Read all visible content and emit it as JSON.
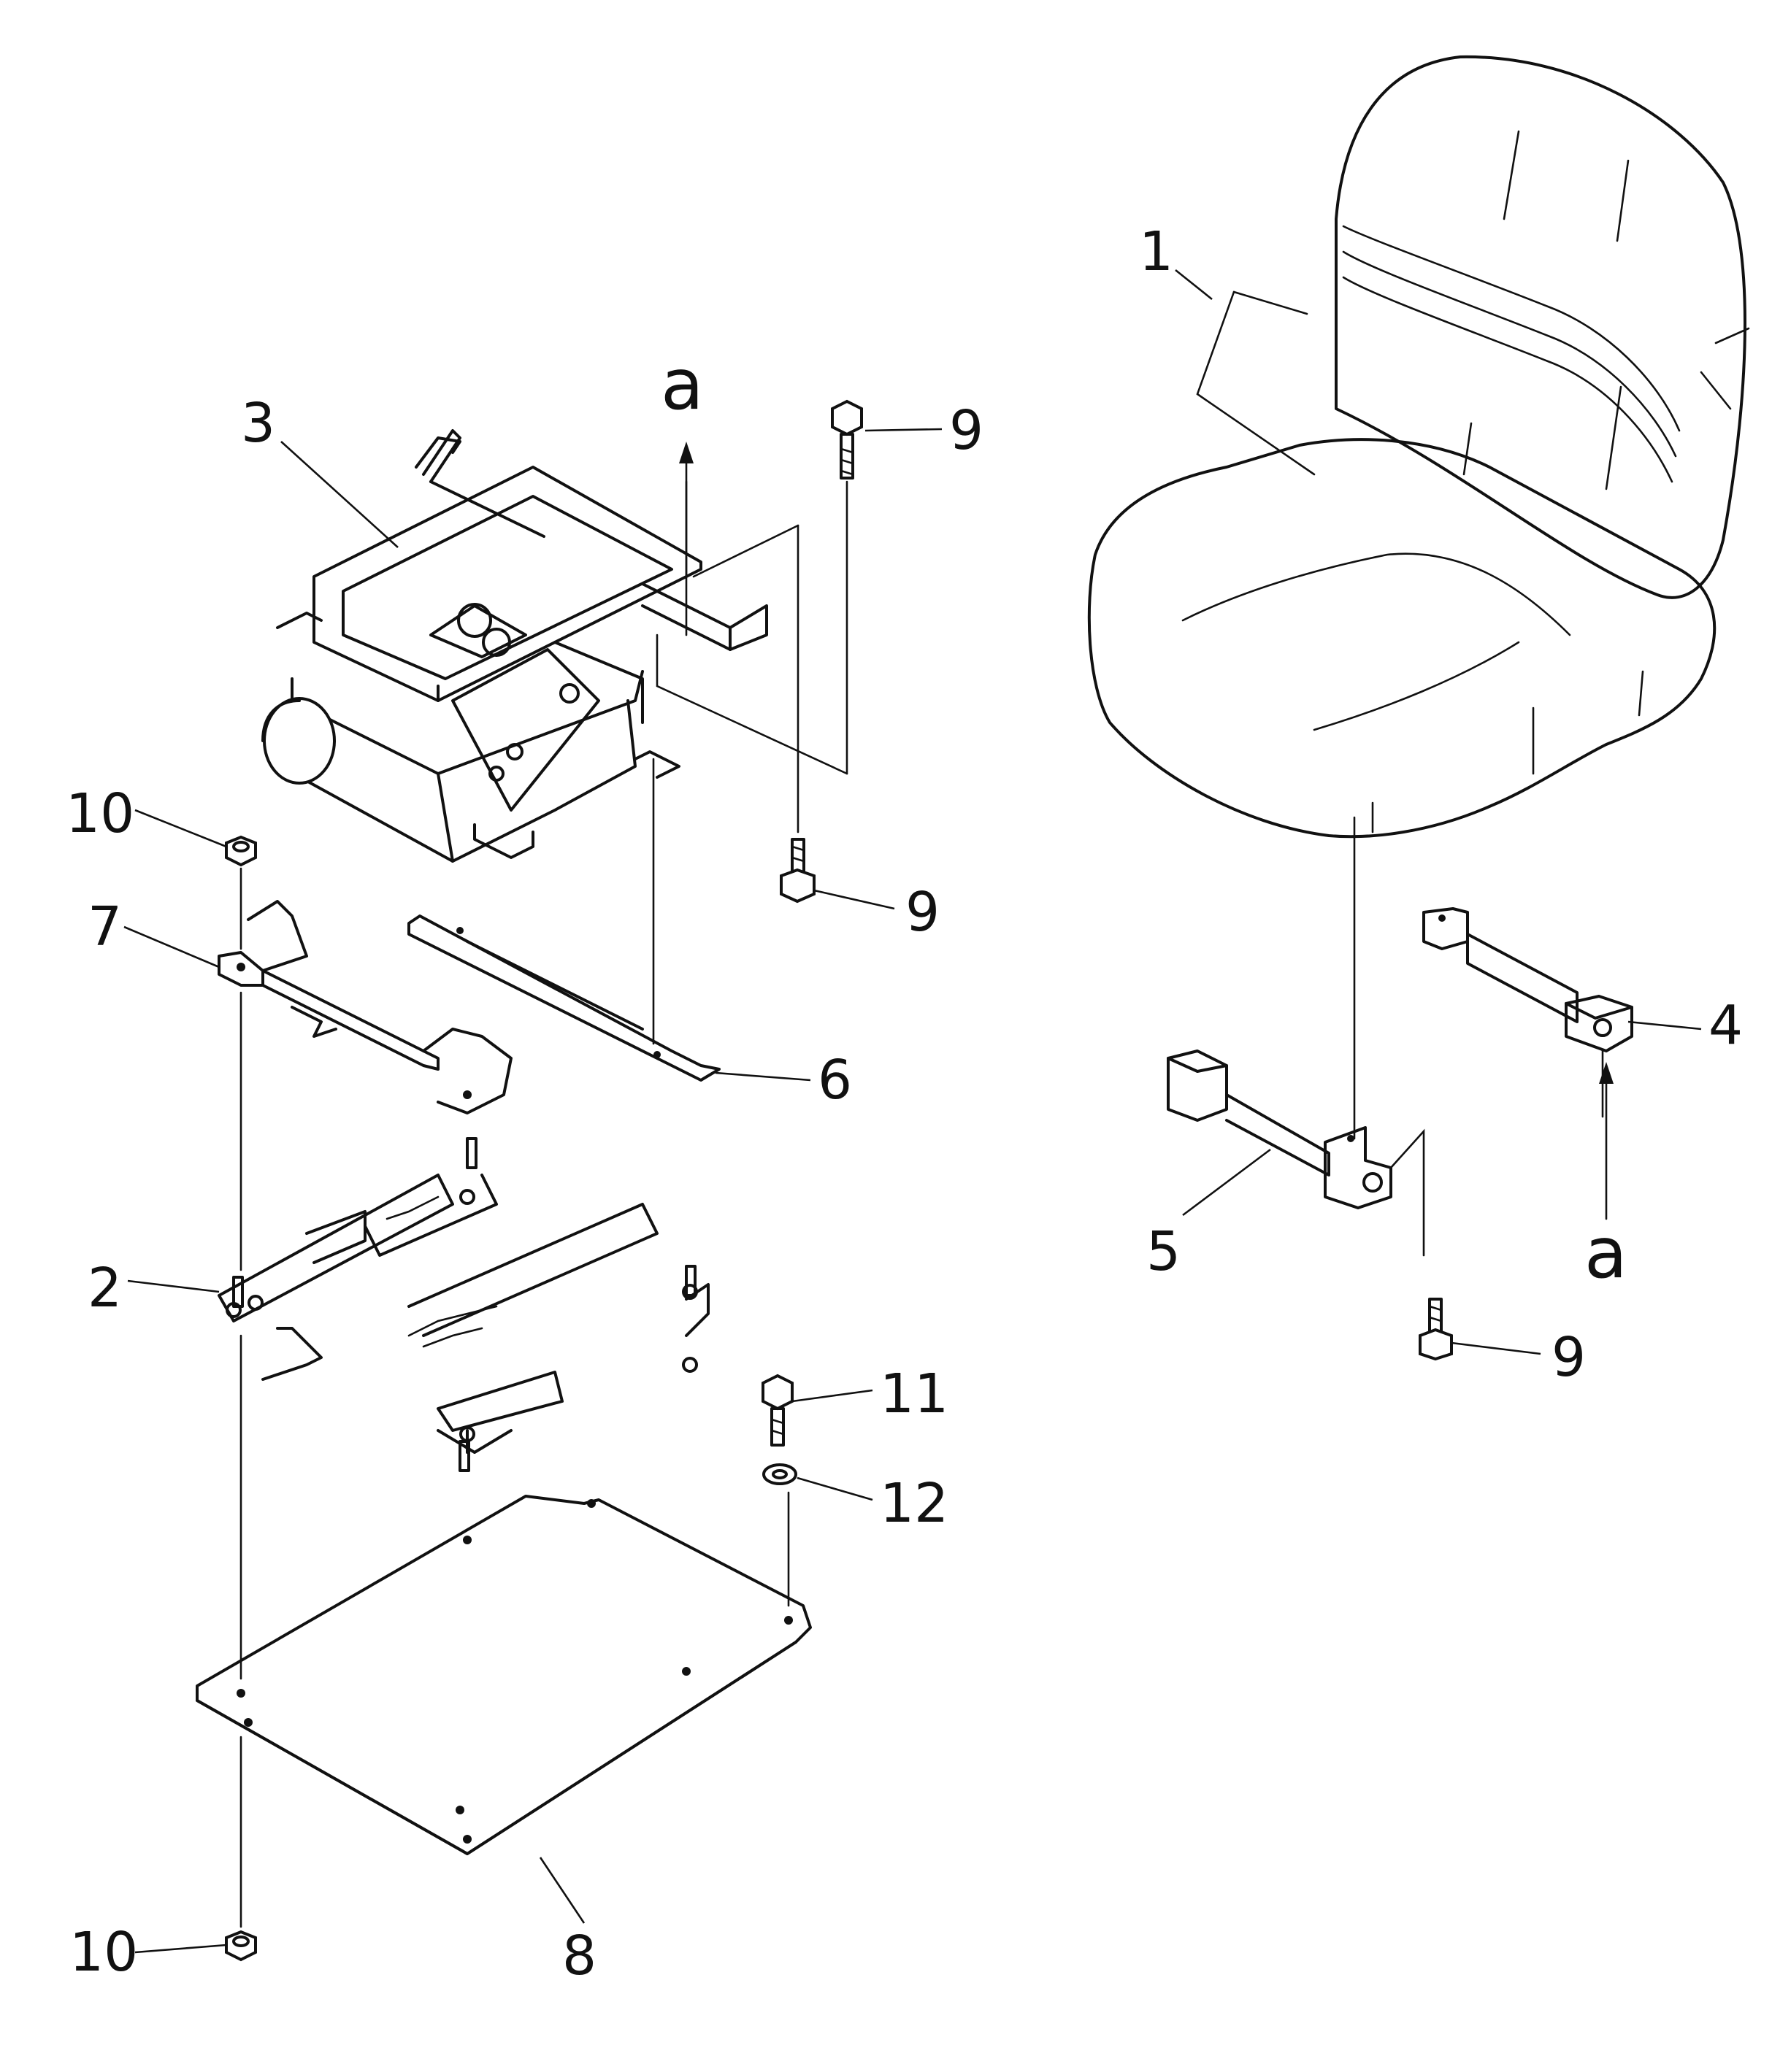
{
  "diagram": {
    "callouts": [
      {
        "id": "c1",
        "text": "1"
      },
      {
        "id": "c2",
        "text": "2"
      },
      {
        "id": "c3",
        "text": "3"
      },
      {
        "id": "c4",
        "text": "4"
      },
      {
        "id": "c5",
        "text": "5"
      },
      {
        "id": "c6",
        "text": "6"
      },
      {
        "id": "c7",
        "text": "7"
      },
      {
        "id": "c8",
        "text": "8"
      },
      {
        "id": "c9a",
        "text": "9"
      },
      {
        "id": "c9b",
        "text": "9"
      },
      {
        "id": "c9c",
        "text": "9"
      },
      {
        "id": "c10a",
        "text": "10"
      },
      {
        "id": "c10b",
        "text": "10"
      },
      {
        "id": "c11",
        "text": "11"
      },
      {
        "id": "c12",
        "text": "12"
      }
    ],
    "refs": [
      {
        "id": "ra1",
        "text": "a"
      },
      {
        "id": "ra2",
        "text": "a"
      }
    ]
  }
}
